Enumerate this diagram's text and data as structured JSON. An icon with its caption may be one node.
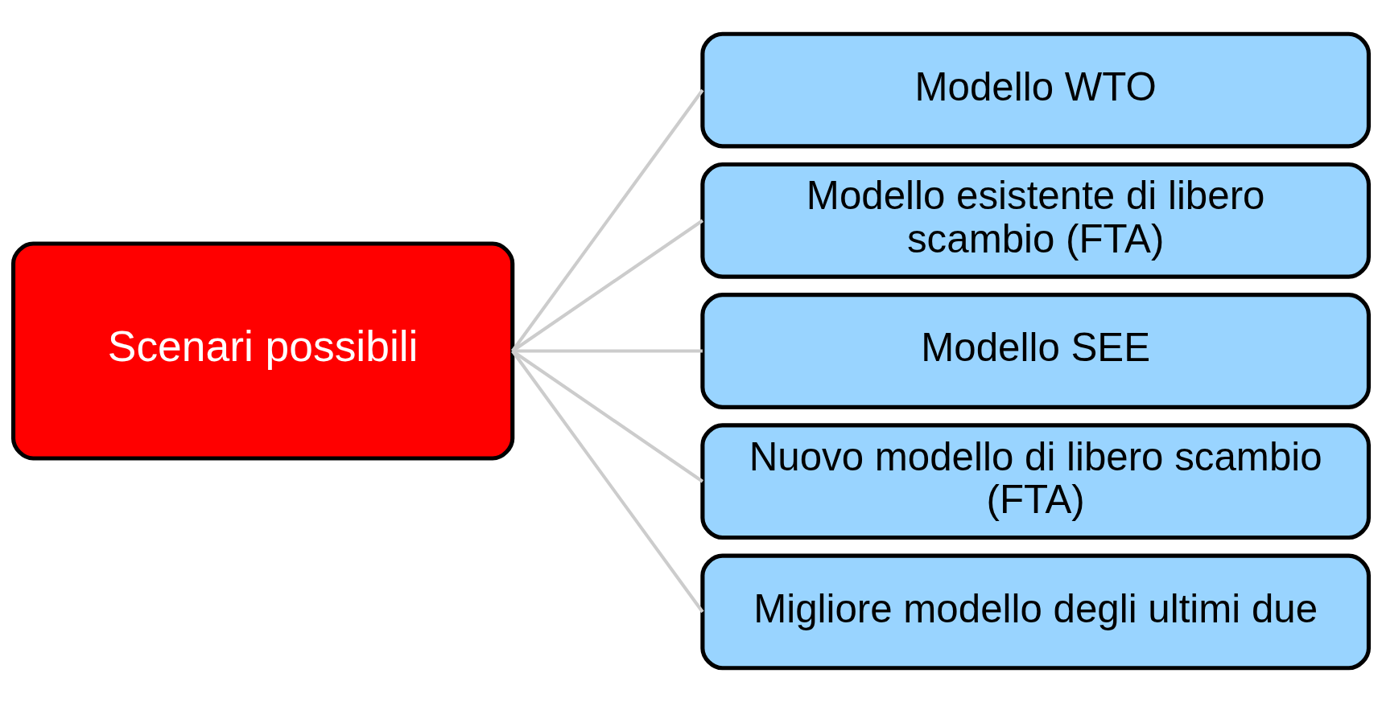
{
  "diagram": {
    "nodes": [
      {
        "text": [
          "Scenari possibili"
        ]
      },
      {
        "text": [
          "Modello WTO"
        ]
      },
      {
        "text": [
          "Modello esistente di libero scambio (FTA)"
        ]
      },
      {
        "text": [
          "Modello SEE"
        ]
      },
      {
        "text": [
          "Nuovo modello di libero scambio (FTA)"
        ]
      },
      {
        "text": [
          "Migliore modello degli ultimi due"
        ]
      }
    ],
    "edges": [
      {
        "from": 0,
        "to": 1,
        "arrow": "none"
      },
      {
        "from": 0,
        "to": 2,
        "arrow": "none"
      },
      {
        "from": 0,
        "to": 3,
        "arrow": "none"
      },
      {
        "from": 0,
        "to": 4,
        "arrow": "none"
      },
      {
        "from": 0,
        "to": 5,
        "arrow": "none"
      }
    ]
  }
}
